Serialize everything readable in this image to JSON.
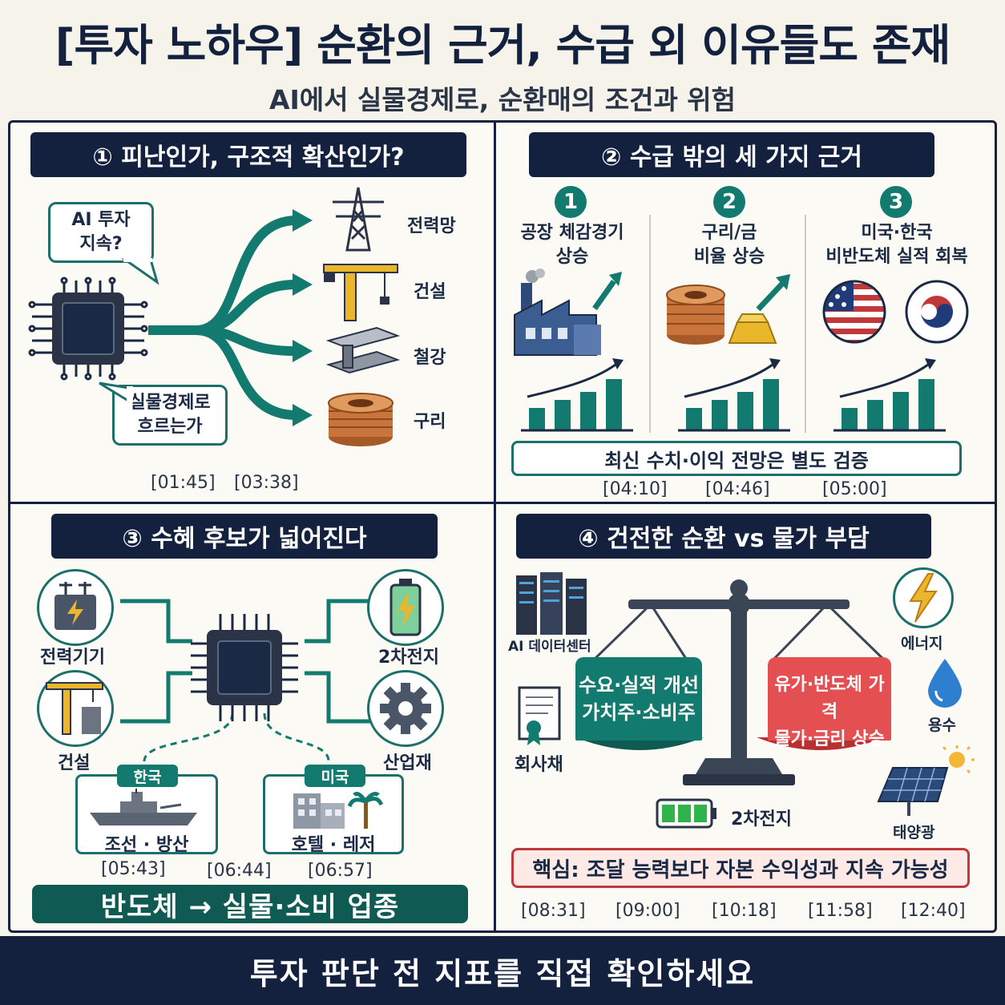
{
  "title": "[투자 노하우] 순환의 근거, 수급 외 이유들도 존재",
  "subtitle": "AI에서 실물경제로, 순환매의 조건과 위험",
  "q1": {
    "heading": "① 피난인가, 구조적 확산인가?",
    "bubble_top": "AI 투자\n지속?",
    "bubble_bottom": "실물경제로\n흐르는가",
    "targets": [
      "전력망",
      "건설",
      "철강",
      "구리"
    ],
    "times": [
      "[01:45]",
      "[03:38]"
    ]
  },
  "q2": {
    "heading": "② 수급 밖의 세 가지 근거",
    "items": [
      {
        "num": "1",
        "label": "공장 체감경기\n상승"
      },
      {
        "num": "2",
        "label": "구리/금\n비율 상승"
      },
      {
        "num": "3",
        "label": "미국·한국\n비반도체 실적 회복"
      }
    ],
    "note": "최신 수치·이익 전망은 별도 검증",
    "times": [
      "[04:10]",
      "[04:46]",
      "[05:00]"
    ]
  },
  "q3": {
    "heading": "③ 수혜 후보가 넓어진다",
    "nodes": [
      "전력기기",
      "건설",
      "2차전지",
      "산업재"
    ],
    "korea_tag": "한국",
    "korea_label": "조선 · 방산",
    "us_tag": "미국",
    "us_label": "호텔 · 레저",
    "times": [
      "[05:43]",
      "[06:44]",
      "[06:57]"
    ],
    "banner": "반도체 → 실물·소비 업종"
  },
  "q4": {
    "heading": "④ 건전한 순환 vs 물가 부담",
    "left_items": [
      "AI 데이터센터",
      "회사채"
    ],
    "right_items": [
      "에너지",
      "용수",
      "태양광"
    ],
    "battery_label": "2차전지",
    "pan_left": "수요·실적 개선\n가치주·소비주",
    "pan_right": "유가·반도체 가격\n물가·금리 상승",
    "core": "핵심: 조달 능력보다 자본 수익성과 지속 가능성",
    "times": [
      "[08:31]",
      "[09:00]",
      "[10:18]",
      "[11:58]",
      "[12:40]"
    ]
  },
  "footer": "투자 판단 전 지표를 직접 확인하세요",
  "colors": {
    "navy": "#13213f",
    "teal": "#127a6e",
    "red": "#c0383a",
    "copper": "#c8743a",
    "gold": "#e9b62c"
  }
}
